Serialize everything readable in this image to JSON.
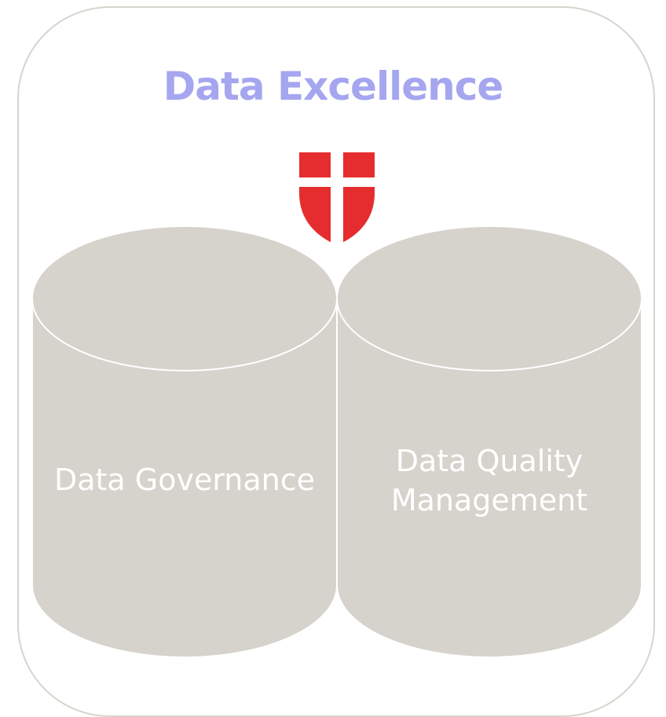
{
  "title": "Data Excellence",
  "emblem": "vienna-coat-of-arms-icon",
  "pillars": [
    {
      "lines": [
        "Data Governance"
      ]
    },
    {
      "lines": [
        "Data Quality",
        "Management"
      ]
    }
  ],
  "colors": {
    "title": "#a5a6ef",
    "cylinder": "#d6d2cc",
    "frame": "#d8d4cd",
    "shield": "#e52d2f",
    "label": "#ffffff"
  }
}
